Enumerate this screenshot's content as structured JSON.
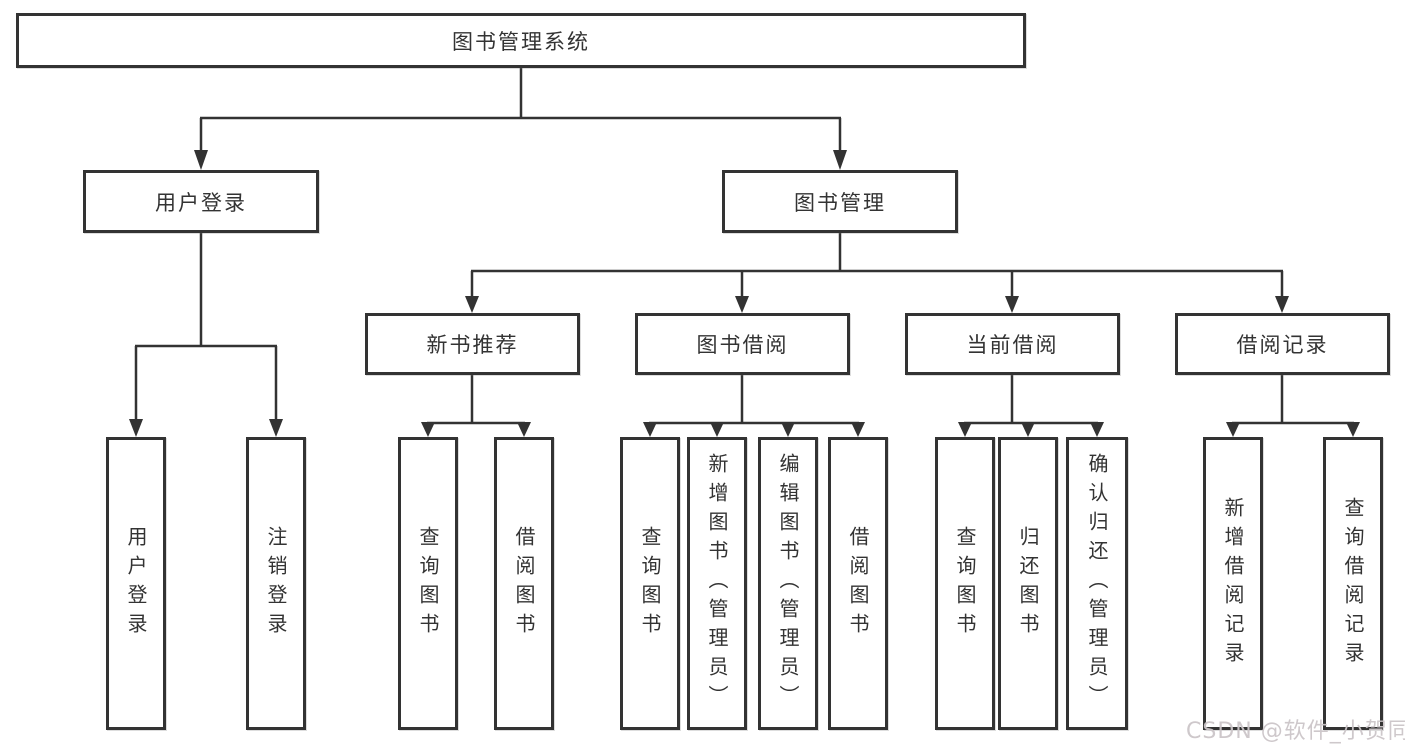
{
  "colors": {
    "line": "#333333",
    "box_border": "#333333",
    "text": "#333333",
    "background": "#ffffff",
    "watermark": "#cbc5c8"
  },
  "nodes": {
    "root": {
      "label": "图书管理系统"
    },
    "user_login": {
      "label": "用户登录"
    },
    "book_mgmt": {
      "label": "图书管理"
    },
    "new_books": {
      "label": "新书推荐"
    },
    "book_borrow": {
      "label": "图书借阅"
    },
    "current_borrow": {
      "label": "当前借阅"
    },
    "borrow_records": {
      "label": "借阅记录"
    },
    "leaf_user_login": {
      "label": "用户登录"
    },
    "leaf_logout": {
      "label": "注销登录"
    },
    "leaf_nb_query": {
      "label": "查询图书"
    },
    "leaf_nb_borrow": {
      "label": "借阅图书"
    },
    "leaf_bb_query": {
      "label": "查询图书"
    },
    "leaf_bb_add": {
      "label": "新增图书（管理员）"
    },
    "leaf_bb_edit": {
      "label": "编辑图书（管理员）"
    },
    "leaf_bb_borrow": {
      "label": "借阅图书"
    },
    "leaf_cb_query": {
      "label": "查询图书"
    },
    "leaf_cb_return": {
      "label": "归还图书"
    },
    "leaf_cb_confirm": {
      "label": "确认归还（管理员）"
    },
    "leaf_br_add": {
      "label": "新增借阅记录"
    },
    "leaf_br_query": {
      "label": "查询借阅记录"
    }
  },
  "watermark": {
    "text": "CSDN @软件_小贺同学"
  }
}
